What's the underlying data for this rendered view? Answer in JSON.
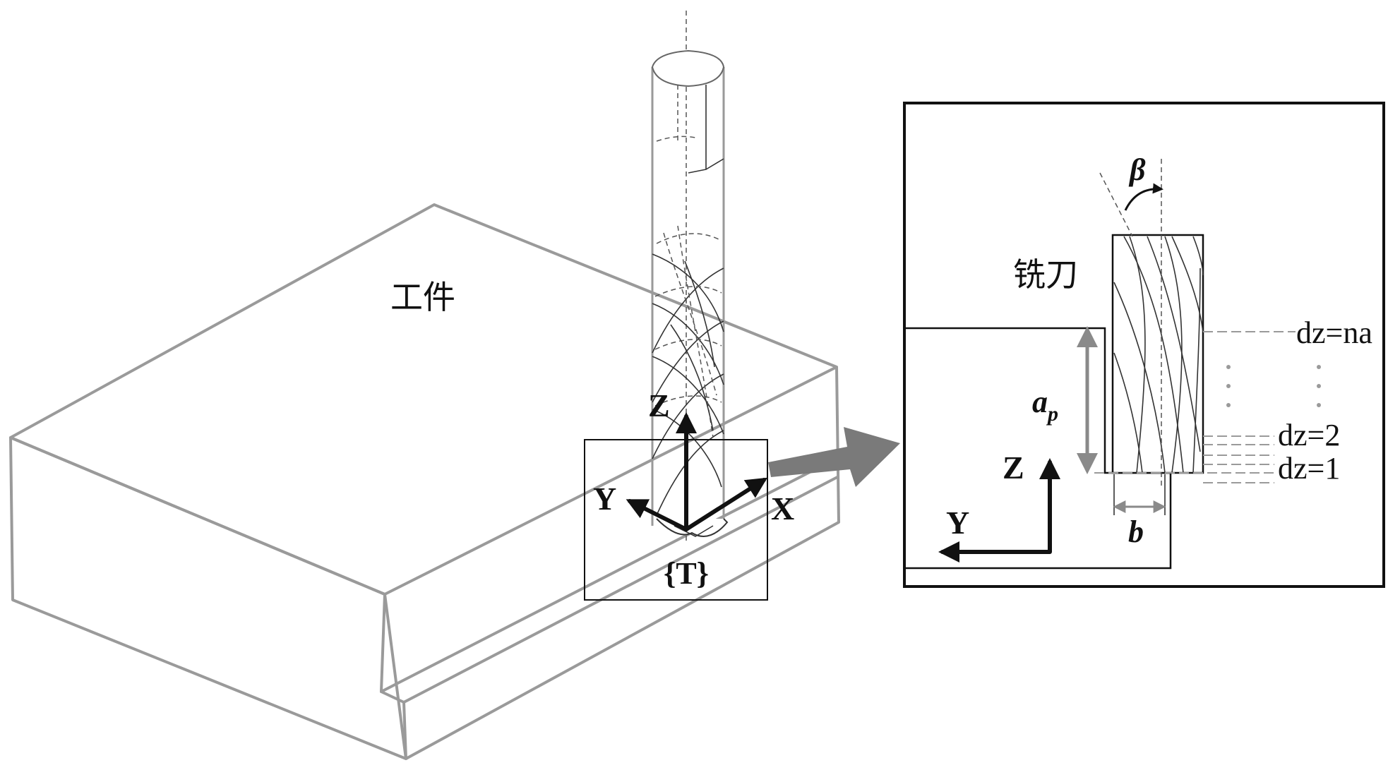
{
  "labels": {
    "workpiece": "工件",
    "cutter": "铣刀",
    "frame_tag": "{T}",
    "axis_z": "Z",
    "axis_x": "X",
    "axis_y": "Y",
    "inset_axis_z": "Z",
    "inset_axis_y": "Y",
    "helix_angle": "β",
    "depth_main": "a",
    "depth_sub": "p",
    "width": "b",
    "layer_top": "dz=na",
    "layer_2": "dz=2",
    "layer_1": "dz=1"
  },
  "colors": {
    "workpiece_outline": "#9a9a9a",
    "frame": "#111111",
    "callout_arrow": "#7a7a7a"
  }
}
